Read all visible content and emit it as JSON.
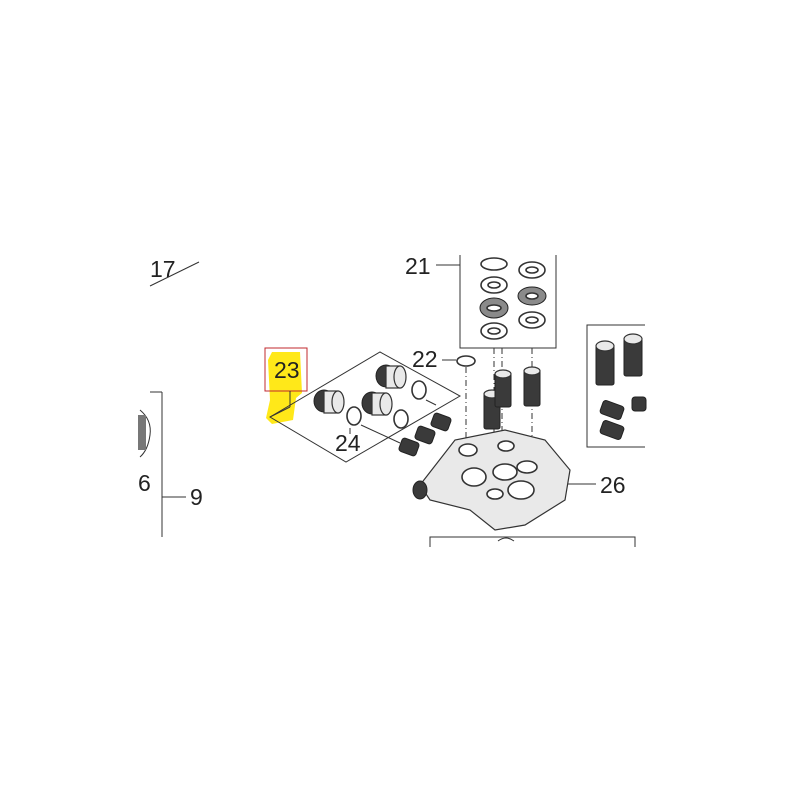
{
  "diagram": {
    "callouts": {
      "c17": "17",
      "c21": "21",
      "c22": "22",
      "c23": "23",
      "c24": "24",
      "c26": "26",
      "c6": "6",
      "c9": "9"
    },
    "highlight_color": "#ffe600",
    "selection_box_color": "#c0282d"
  }
}
